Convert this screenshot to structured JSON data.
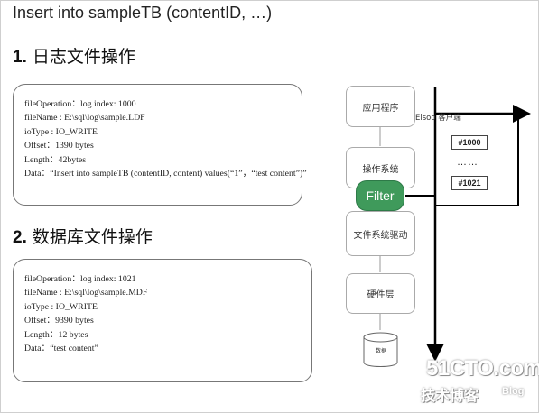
{
  "title": "Insert into sampleTB (contentID, …)",
  "sections": [
    {
      "number": "1.",
      "heading": "日志文件操作",
      "lines": [
        "fileOperation：log index: 1000",
        "fileName : E:\\sql\\log\\sample.LDF",
        "ioType : IO_WRITE",
        "Offset：1390 bytes",
        "Length：42bytes",
        "Data：“Insert into sampleTB (contentID, content) values(“1”，“test content”)”"
      ]
    },
    {
      "number": "2.",
      "heading": "数据库文件操作",
      "lines": [
        "fileOperation：log index: 1021",
        "fileName : E:\\sql\\log\\sample.MDF",
        "ioType : IO_WRITE",
        "Offset：9390 bytes",
        "Length：12 bytes",
        "Data：“test content”"
      ]
    }
  ],
  "stack": {
    "app": "应用程序",
    "os": "操作系统",
    "filter": "Filter",
    "fs_driver": "文件系统驱动",
    "hardware": "硬件层",
    "db": "数据"
  },
  "client_label": "Eisoo 客户端",
  "log_ids": [
    "#1000",
    "……",
    "#1021"
  ],
  "watermark": {
    "site": "51CTO.com",
    "sub": "技术博客",
    "blog": "Blog"
  },
  "colors": {
    "filter_fill": "#3f9a5b",
    "line": "#000000"
  }
}
